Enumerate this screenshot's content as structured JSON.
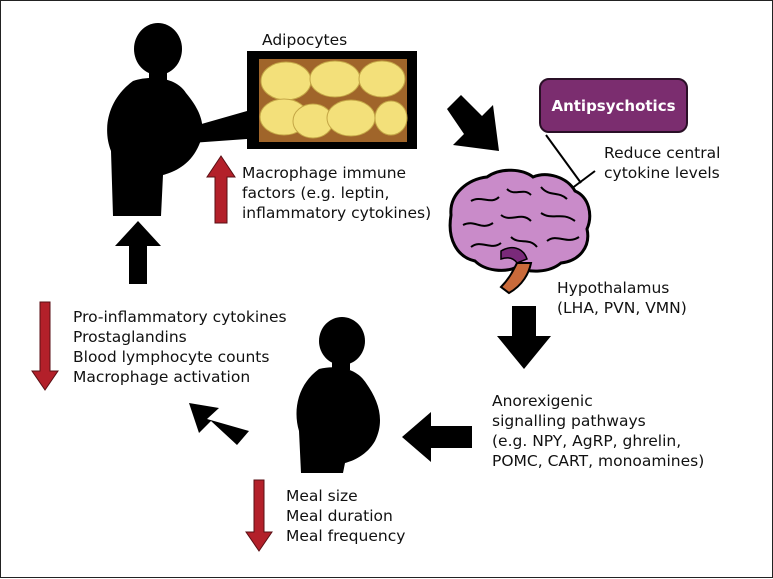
{
  "labels": {
    "adipocytes": "Adipocytes",
    "antipsychotics": "Antipsychotics",
    "reduce_central": [
      "Reduce central",
      "cytokine levels"
    ],
    "macrophage_factors": [
      "Macrophage immune",
      "factors (e.g. leptin,",
      "inflammatory cytokines)"
    ],
    "hypothalamus": [
      "Hypothalamus",
      "(LHA, PVN, VMN)"
    ],
    "pro_inflammatory": [
      "Pro-inflammatory cytokines",
      "Prostaglandins",
      "Blood lymphocyte counts",
      "Macrophage activation"
    ],
    "anorexigenic": [
      "Anorexigenic",
      "signalling pathways",
      "(e.g. NPY, AgRP, ghrelin,",
      "POMC, CART, monoamines)"
    ],
    "meal": [
      "Meal size",
      "Meal duration",
      "Meal frequency"
    ]
  },
  "colors": {
    "arrow_black": "#000000",
    "arrow_red": "#b3202a",
    "antipsychotics_box": "#7b2d6f",
    "adipocyte_fill": "#f3e07a",
    "adipocyte_bg": "#a0652a",
    "brain_fill": "#c98bc9",
    "brain_stem": "#c96a3a"
  },
  "icons": [
    "obese-silhouette-icon",
    "adipocyte-image",
    "brain-icon",
    "inhibition-bar-icon"
  ]
}
